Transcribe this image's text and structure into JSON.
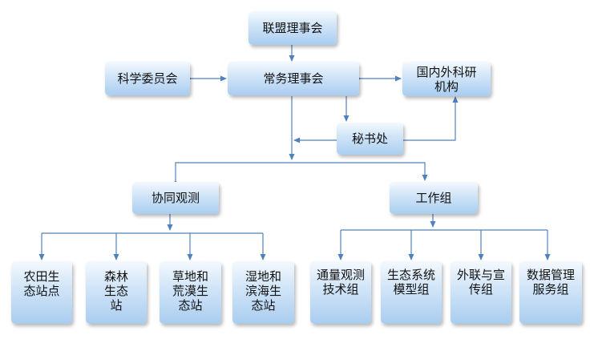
{
  "nodes": {
    "council": "联盟理事会",
    "science_committee": "科学委员会",
    "standing_council": "常务理事会",
    "research_institutions": "国内外科研机构",
    "secretariat": "秘书处",
    "collab_observation": "协同观测",
    "working_groups": "工作组",
    "farmland_station": "农田生态站点",
    "forest_station": "森林生态站",
    "grassland_desert_station": "草地和荒漠生态站",
    "wetland_coastal_station": "湿地和滨海生态站",
    "flux_tech_group": "通量观测技术组",
    "ecosystem_model_group": "生态系统模型组",
    "outreach_group": "外联与宣传组",
    "data_service_group": "数据管理服务组"
  },
  "colors": {
    "line": "#4f81bd",
    "box_top": "#f4f9fe",
    "box_bottom": "#a9cdf0"
  }
}
